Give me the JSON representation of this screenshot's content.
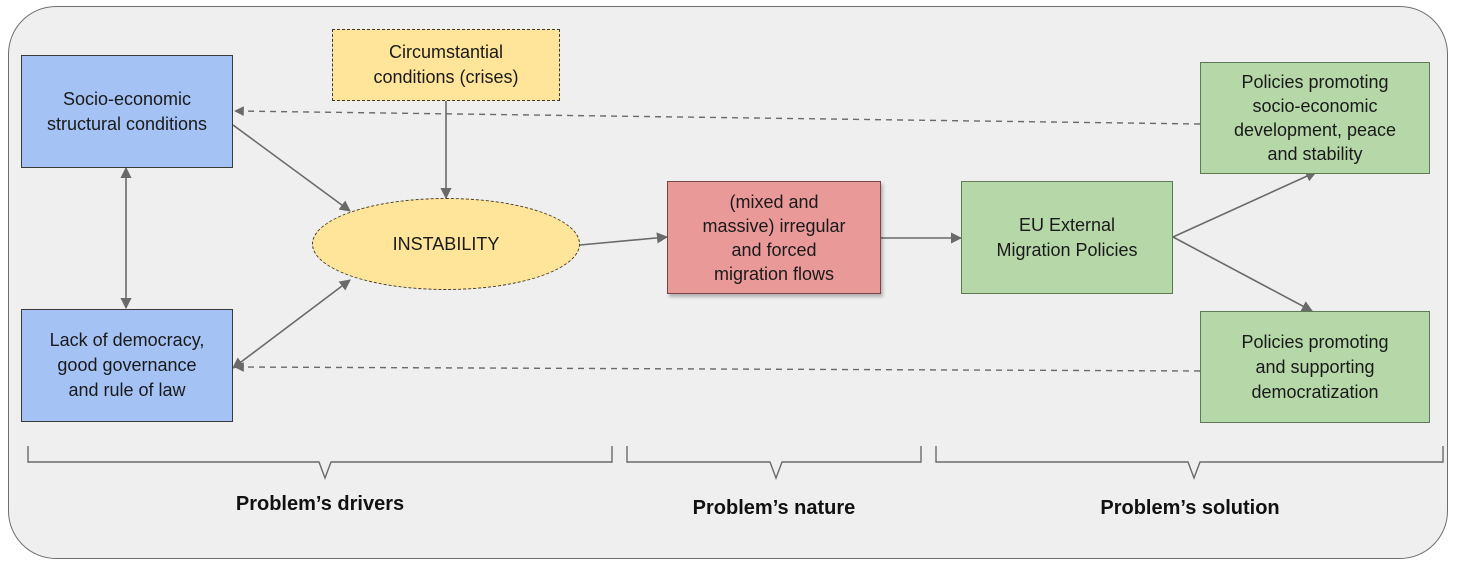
{
  "nodes": {
    "socio_economic": "Socio-economic\nstructural conditions",
    "lack_democracy": "Lack of democracy,\ngood governance\nand rule of law",
    "circumstantial": "Circumstantial\nconditions (crises)",
    "instability": "INSTABILITY",
    "migration_flows": "(mixed and\nmassive) irregular\nand forced\nmigration flows",
    "eu_policies": "EU External\nMigration Policies",
    "policies_development": "Policies promoting\nsocio-economic\ndevelopment, peace\nand stability",
    "policies_democratization": "Policies promoting\nand supporting\ndemocratization"
  },
  "sections": {
    "drivers": "Problem’s drivers",
    "nature": "Problem’s nature",
    "solution": "Problem’s solution"
  },
  "colors": {
    "blue": "#a4c2f4",
    "yellow": "#ffe599",
    "red": "#ea9999",
    "green": "#b6d7a8",
    "panel": "#efefef"
  }
}
